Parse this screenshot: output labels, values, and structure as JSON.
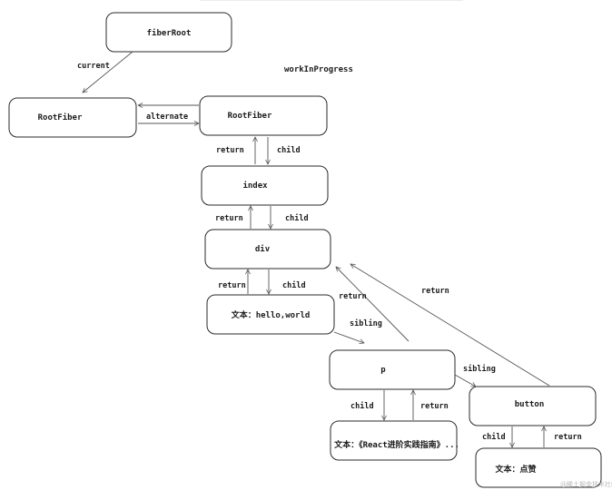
{
  "diagram": {
    "title": "workInProgress",
    "nodes": {
      "fiberRoot": "fiberRoot",
      "rootFiberCurrent": "RootFiber",
      "rootFiberWip": "RootFiber",
      "index": "index",
      "div": "div",
      "textHello": "文本：hello,world",
      "p": "p",
      "button": "button",
      "textReact": "文本：《React进阶实践指南》...",
      "textLike": "文本：点赞"
    },
    "edges": {
      "current": "current",
      "alternate": "alternate",
      "root_return": "return",
      "root_child": "child",
      "index_return": "return",
      "index_child": "child",
      "div_return": "return",
      "div_child": "child",
      "text_sibling": "sibling",
      "p_return": "return",
      "p_sibling": "sibling",
      "button_return": "return",
      "p_child": "child",
      "p_text_return": "return",
      "button_child": "child",
      "button_text_return": "return"
    },
    "watermark": "@稀土掘金技术社区",
    "colors": {
      "line": "#555555",
      "border": "#2a2a2a",
      "text": "#1b1b1b"
    }
  }
}
